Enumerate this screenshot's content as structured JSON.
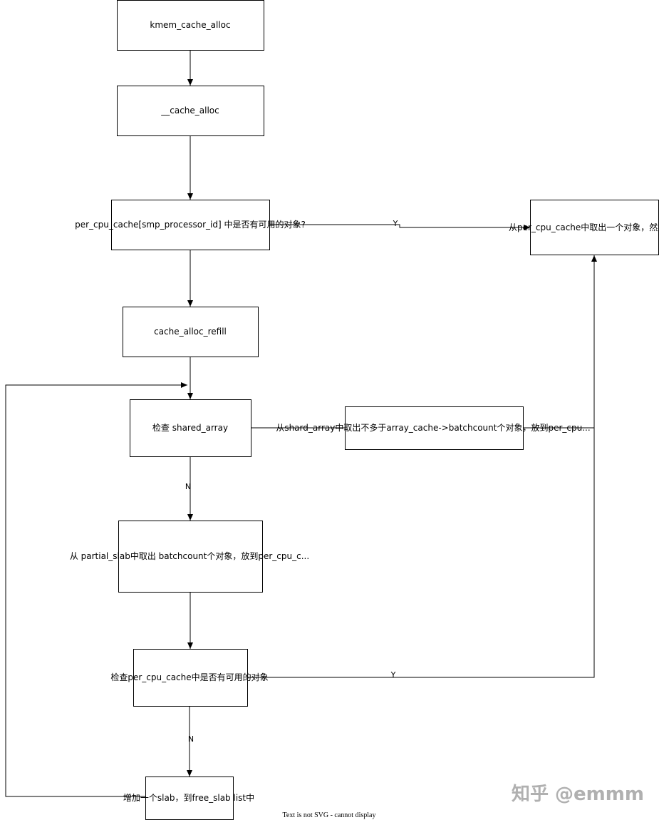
{
  "nodes": {
    "kmem_cache_alloc": "kmem_cache_alloc",
    "cache_alloc": "__cache_alloc",
    "per_cpu_check": "per_cpu_cache[smp_processor_id] 中是否有可用的对象?",
    "take_from_per_cpu": "从per_cpu_cache中取出一个对象，然后",
    "cache_alloc_refill": "cache_alloc_refill",
    "check_shared_array": "检查 shared_array",
    "take_from_shared": "从shard_array中取出不多于array_cache->batchcount个对象，放到per_cpu...",
    "take_from_partial_slab": "从 partial_slab中取出 batchcount个对象，放到per_cpu_c...",
    "check_per_cpu_again": "检查per_cpu_cache中是否有可用的对象",
    "add_slab": "增加一个slab，到free_slab list中"
  },
  "edge_labels": {
    "yes_top": "Y",
    "no_shared": "N",
    "yes_bottom": "Y",
    "no_bottom": "N"
  },
  "footer": "Text is not SVG - cannot display",
  "watermark": "知乎 @emmm"
}
